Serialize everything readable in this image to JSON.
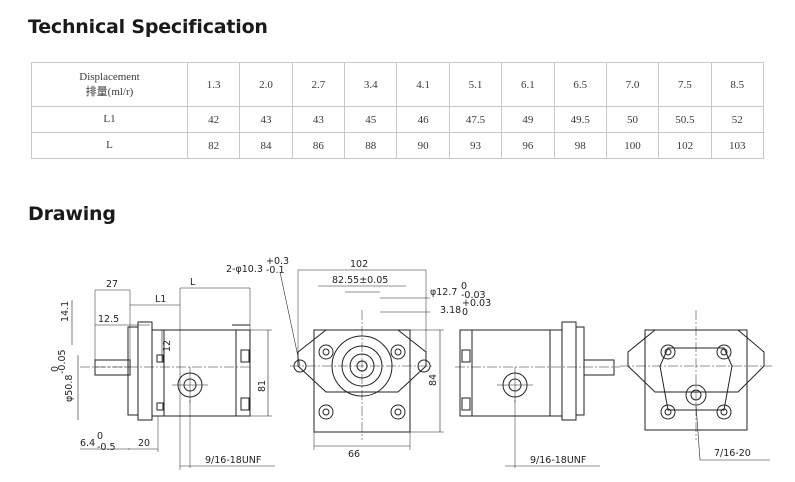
{
  "sections": {
    "spec_title": "Technical Specification",
    "drawing_title": "Drawing"
  },
  "spec_table": {
    "row_labels": {
      "displacement_en": "Displacement",
      "displacement_cn": "排量(ml/r)",
      "l1": "L1",
      "l": "L"
    },
    "displacement": [
      "1.3",
      "2.0",
      "2.7",
      "3.4",
      "4.1",
      "5.1",
      "6.1",
      "6.5",
      "7.0",
      "7.5",
      "8.5"
    ],
    "l1": [
      "42",
      "43",
      "43",
      "45",
      "46",
      "47.5",
      "49",
      "49.5",
      "50",
      "50.5",
      "52"
    ],
    "l": [
      "82",
      "84",
      "86",
      "88",
      "90",
      "93",
      "96",
      "98",
      "100",
      "102",
      "103"
    ]
  },
  "drawing": {
    "dims": {
      "d27": "27",
      "dL": "L",
      "dL1": "L1",
      "d14_1": "14.1",
      "d12_5": "12.5",
      "d12": "12",
      "d81": "81",
      "d50_8": "φ50.8",
      "d50_8_tol_up": "0",
      "d50_8_tol_dn": "-0.05",
      "d6_4": "6.4",
      "d6_4_tol_up": "0",
      "d6_4_tol_dn": "-0.5",
      "d20": "20",
      "thread_side": "9/16-18UNF",
      "holes": "2-φ10.3",
      "holes_tol_up": "+0.3",
      "holes_tol_dn": "-0.1",
      "d102": "102",
      "d82_55": "82.55±0.05",
      "d12_7": "φ12.7",
      "d12_7_tol_up": "0",
      "d12_7_tol_dn": "-0.03",
      "d3_18": "3.18",
      "d3_18_tol_up": "+0.03",
      "d3_18_tol_dn": "0",
      "d84": "84",
      "d66": "66",
      "thread_rear": "9/16-18UNF",
      "thread_back": "7/16-20"
    }
  }
}
